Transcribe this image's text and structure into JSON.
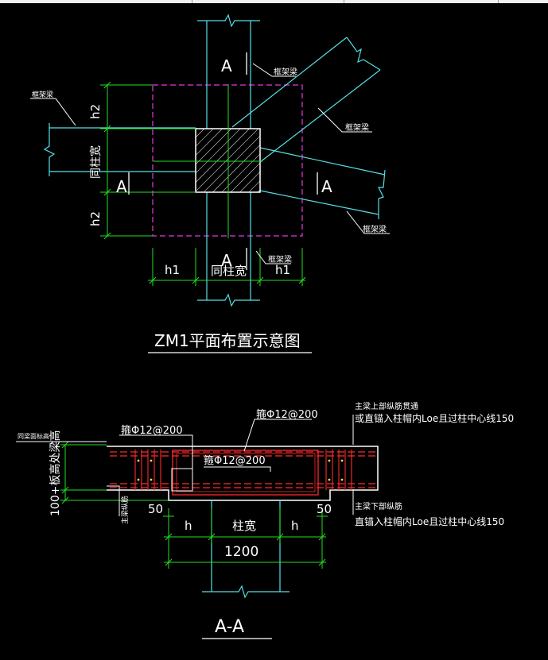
{
  "colors": {
    "background": "#000000",
    "cyan": "#56e0e6",
    "green": "#22e022",
    "white": "#ffffff",
    "magenta": "#e23be2",
    "red": "#ff2a2a",
    "yellow": "#f0e050"
  },
  "plan": {
    "title": "ZM1平面布置示意图",
    "section_A_label": "A",
    "h1": "h1",
    "h2": "h2",
    "same_column_width": "同柱宽",
    "frame_beam": "框架梁"
  },
  "section": {
    "title": "A-A",
    "stirrup_label": "箍Φ12@200",
    "note_top_line1": "主梁上部纵筋贯通",
    "note_top_line2": "或直锚入柱帽内Loe且过柱中心线150",
    "note_bottom_line1": "主梁下部纵筋",
    "note_bottom_line2": "直锚入柱帽内Loe且过柱中心线150",
    "left_top_label": "同梁面标高",
    "left_vertical_label": "100+板高处梁高",
    "left_rebar_label": "主梁纵筋",
    "dim_50": "50",
    "dim_h": "h",
    "dim_column_width": "柱宽",
    "dim_total": "1200"
  }
}
